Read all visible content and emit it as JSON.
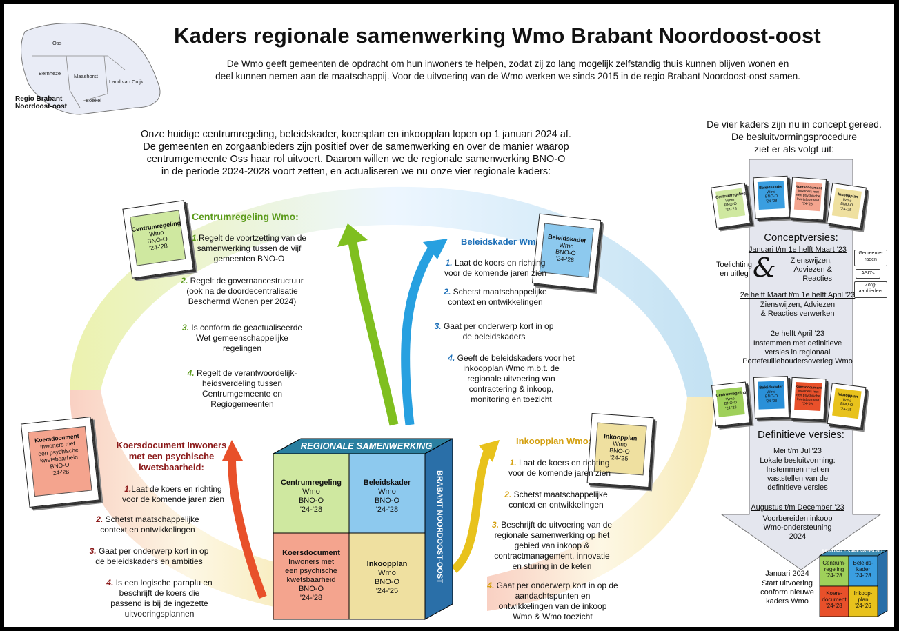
{
  "title": "Kaders regionale samenwerking Wmo Brabant Noordoost-oost",
  "intro": [
    "De Wmo geeft gemeenten de opdracht om hun inwoners te helpen, zodat zij zo lang mogelijk zelfstandig thuis kunnen blijven wonen en",
    "deel kunnen nemen aan de maatschappij. Voor de uitvoering van de Wmo werken we sinds 2015 in de regio Brabant Noordoost-oost samen."
  ],
  "map": {
    "municipalities": [
      "Oss",
      "Bernheze",
      "Maashorst",
      "Land van Cuijk",
      "Boekel"
    ],
    "region_label": [
      "Regio Brabant",
      "Noordoost-oost"
    ]
  },
  "mid_intro": [
    "Onze huidige centrumregeling, beleidskader, koersplan en inkoopplan lopen op 1 januari 2024 af.",
    "De gemeenten en zorgaanbieders zijn positief over de samenwerking en over de manier waarop",
    "centrumgemeente Oss haar rol uitvoert. Daarom willen we de regionale samenwerking BNO-O",
    "in de periode 2024-2028 voort zetten, en actualiseren we nu onze vier regionale kaders:"
  ],
  "right_intro": [
    "De vier kaders zijn nu in concept gereed.",
    "De besluitvormingsprocedure",
    "ziet er als volgt uit:"
  ],
  "centrum": {
    "title": "Centrumregeling Wmo:",
    "card": [
      "Centrumregeling",
      "Wmo",
      "BNO-O",
      "'24-'28"
    ],
    "items": [
      {
        "n": "1.",
        "t": [
          "Regelt de voortzetting van de",
          "samenwerking tussen de vijf",
          "gemeenten BNO-O"
        ]
      },
      {
        "n": "2.",
        "t": [
          "Regelt de governancestructuur",
          "(ook na de doordecentralisatie",
          "Beschermd Wonen per 2024)"
        ]
      },
      {
        "n": "3.",
        "t": [
          "Is conform de geactualiseerde",
          "Wet gemeenschappelijke",
          "regelingen"
        ]
      },
      {
        "n": "4.",
        "t": [
          "Regelt de verantwoordelijk-",
          "heidsverdeling tussen",
          "Centrumgemeente en",
          "Regiogemeenten"
        ]
      }
    ]
  },
  "beleid": {
    "title": "Beleidskader Wmo:",
    "card": [
      "Beleidskader",
      "Wmo",
      "BNO-O",
      "'24-'28"
    ],
    "items": [
      {
        "n": "1.",
        "t": [
          "Laat de koers en richting",
          "voor de komende jaren zien"
        ]
      },
      {
        "n": "2.",
        "t": [
          "Schetst maatschappelijke",
          "context en ontwikkelingen"
        ]
      },
      {
        "n": "3.",
        "t": [
          "Gaat per onderwerp kort in op",
          "de beleidskaders"
        ]
      },
      {
        "n": "4.",
        "t": [
          "Geeft de beleidskaders voor het",
          "inkoopplan Wmo m.b.t. de",
          "regionale uitvoering van",
          "contractering & inkoop,",
          "monitoring en toezicht"
        ]
      }
    ]
  },
  "koers": {
    "title": [
      "Koersdocument Inwoners",
      "met een psychische",
      "kwetsbaarheid:"
    ],
    "card": [
      "Koersdocument",
      "Inwoners met",
      "een psychische",
      "kwetsbaarheid",
      "BNO-O",
      "'24-'28"
    ],
    "items": [
      {
        "n": "1.",
        "t": [
          "Laat de koers en richting",
          "voor de komende jaren zien"
        ]
      },
      {
        "n": "2.",
        "t": [
          "Schetst maatschappelijke",
          "context en ontwikkelingen"
        ]
      },
      {
        "n": "3.",
        "t": [
          "Gaat per onderwerp kort in op",
          "de beleidskaders en ambities"
        ]
      },
      {
        "n": "4.",
        "t": [
          "Is een logische paraplu en",
          "beschrijft de koers die",
          "passend is bij de ingezette",
          "uitvoeringsplannen"
        ]
      }
    ]
  },
  "inkoop": {
    "title": "Inkoopplan Wmo:",
    "card": [
      "Inkoopplan",
      "Wmo",
      "BNO-O",
      "'24-'25"
    ],
    "items": [
      {
        "n": "1.",
        "t": [
          "Laat de koers en richting",
          "voor de komende jaren zien"
        ]
      },
      {
        "n": "2.",
        "t": [
          "Schetst maatschappelijke",
          "context en ontwikkelingen"
        ]
      },
      {
        "n": "3.",
        "t": [
          "Beschrijft de uitvoering van de",
          "regionale samenwerking op het",
          "gebied van inkoop &",
          "contractmanagement, innovatie",
          "en sturing in de keten"
        ]
      },
      {
        "n": "4.",
        "t": [
          "Gaat per onderwerp kort in op de",
          "aandachtspunten en",
          "ontwikkelingen van de inkoop",
          "Wmo & Wmo toezicht"
        ]
      }
    ]
  },
  "cube": {
    "top": "REGIONALE SAMENWERKING",
    "side": "BRABANT NOORDOOST-OOST",
    "cells": {
      "tl": [
        "Centrumregeling",
        "Wmo",
        "BNO-O",
        "'24-'28"
      ],
      "tr": [
        "Beleidskader",
        "Wmo",
        "BNO-O",
        "'24-'28"
      ],
      "bl": [
        "Koersdocument",
        "Inwoners met",
        "een psychische",
        "kwetsbaarheid",
        "BNO-O",
        "'24-'28"
      ],
      "br": [
        "Inkoopplan",
        "Wmo",
        "BNO-O",
        "'24-'25"
      ]
    },
    "small": {
      "top": "REGIONALE SAMENWERKING",
      "tl": [
        "Centrum-",
        "regeling",
        "'24-'28"
      ],
      "tr": [
        "Beleids-",
        "kader",
        "'24-'28"
      ],
      "bl": [
        "Koers-",
        "document",
        "'24-'28"
      ],
      "br": [
        "Inkoop-",
        "plan",
        "'24-'26"
      ]
    }
  },
  "procedure": {
    "conceptversies": "Conceptversies:",
    "step1_date": "Januari t/m 1e helft Maart '23",
    "step1_left": [
      "Toelichting",
      "en uitleg"
    ],
    "step1_amp": "&",
    "step1_right": [
      "Zienswijzen,",
      "Adviezen &",
      "Reacties"
    ],
    "step1_tags": [
      "Gemeente-",
      "raden",
      "ASD's",
      "Zorg-",
      "aanbieders"
    ],
    "step2_date": "2e helft Maart t/m 1e helft April '23",
    "step2_text": [
      "Zienswijzen, Adviezen",
      "& Reacties verwerken"
    ],
    "step3_date": "2e helft April '23",
    "step3_text": [
      "Instemmen met definitieve",
      "versies in regionaal",
      "Portefeuillehoudersoverleg Wmo"
    ],
    "definitieve": "Definitieve versies:",
    "step4_date": "Mei t/m Juli'23",
    "step4_text": [
      "Lokale besluitvorming:",
      "Instemmen met en",
      "vaststellen van de",
      "definitieve versies"
    ],
    "step5_date": "Augustus t/m December '23",
    "step5_text": [
      "Voorbereiden inkoop",
      "Wmo-ondersteuning",
      "2024"
    ],
    "step6_date": "Januari 2024",
    "step6_text": [
      "Start uitvoering",
      "conform nieuwe",
      "kaders Wmo"
    ],
    "mini_cards": [
      [
        "Centrumregeling",
        "Wmo",
        "BNO-O",
        "'24-'28"
      ],
      [
        "Beleidskader",
        "Wmo",
        "BNO-O",
        "'24-'28"
      ],
      [
        "Koersdocument",
        "Inwoners met",
        "een psychische",
        "kwetsbaarheid",
        "'24-'28"
      ],
      [
        "Inkoopplan",
        "Wmo",
        "BNO-O",
        "'24-'25"
      ]
    ]
  },
  "colors": {
    "green": "#7fbf1f",
    "blue": "#27a0e0",
    "red": "#e8502a",
    "yellow": "#e8c21c",
    "card_green": "#cfe8a0",
    "card_blue": "#8dc9ee",
    "card_red": "#f4a48e",
    "card_yellow": "#efe0a0",
    "title_green": "#5a9a1a",
    "title_blue": "#1c6fb8",
    "title_red": "#8b1a1a",
    "title_yellow": "#d4a010"
  }
}
